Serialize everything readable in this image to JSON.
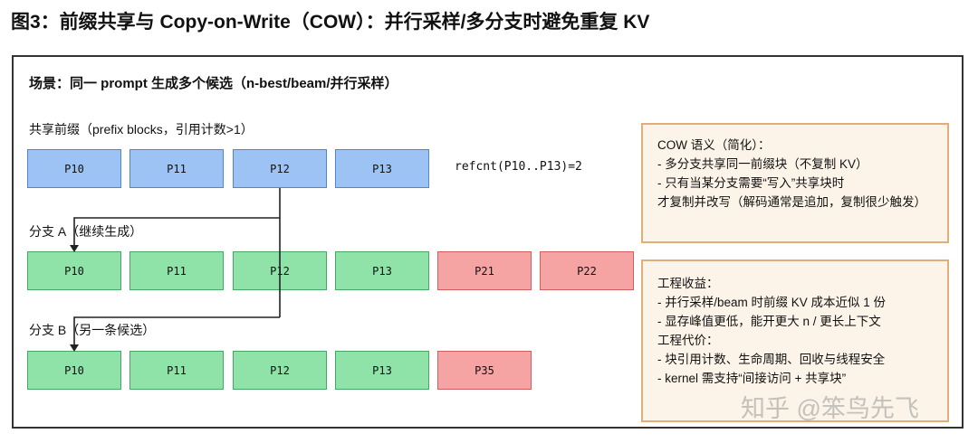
{
  "title": "图3：前缀共享与 Copy-on-Write（COW）：并行采样/多分支时避免重复 KV",
  "scene": "场景：同一 prompt 生成多个候选（n-best/beam/并行采样）",
  "shared_label": "共享前缀（prefix blocks，引用计数>1）",
  "refcnt": "refcnt(P10..P13)=2",
  "shared_blocks": [
    "P10",
    "P11",
    "P12",
    "P13"
  ],
  "branch_a": {
    "label": "分支 A（继续生成）",
    "blocks": [
      "P10",
      "P11",
      "P12",
      "P13",
      "P21",
      "P22"
    ]
  },
  "branch_b": {
    "label": "分支 B（另一条候选）",
    "blocks": [
      "P10",
      "P11",
      "P12",
      "P13",
      "P35"
    ]
  },
  "cow_note": [
    "COW 语义（简化）：",
    "- 多分支共享同一前缀块（不复制 KV）",
    "- 只有当某分支需要“写入”共享块时",
    "才复制并改写（解码通常是追加，复制很少触发）"
  ],
  "eng_note": [
    "工程收益：",
    "- 并行采样/beam 时前缀 KV 成本近似 1 份",
    "- 显存峰值更低，能开更大 n / 更长上下文",
    "工程代价：",
    "- 块引用计数、生命周期、回收与线程安全",
    "- kernel 需支持“间接访问 + 共享块”"
  ],
  "watermark": "知乎 @笨鸟先飞"
}
